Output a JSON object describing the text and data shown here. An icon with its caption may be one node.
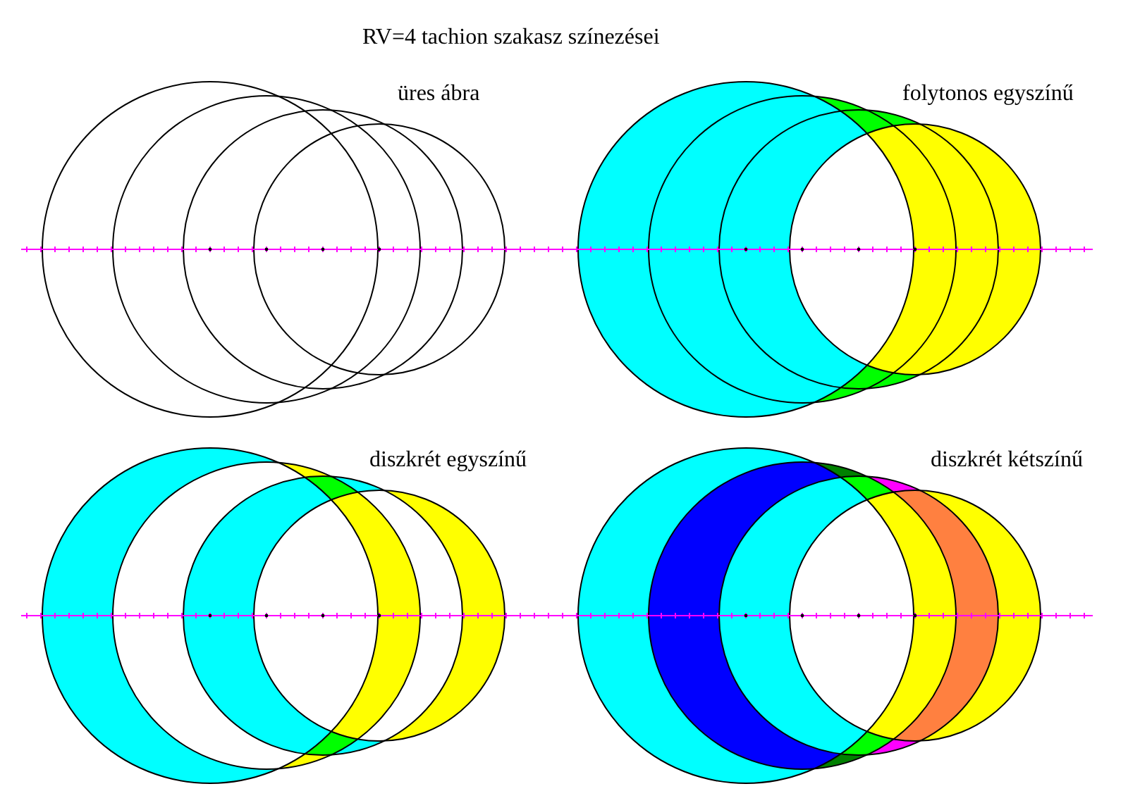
{
  "diagram": {
    "title": "RV=4 tachion szakasz színezései",
    "labels": [
      "üres ábra",
      "folytonos egyszínű",
      "diszkrét egyszínű",
      "diszkrét kétszínű"
    ]
  }
}
